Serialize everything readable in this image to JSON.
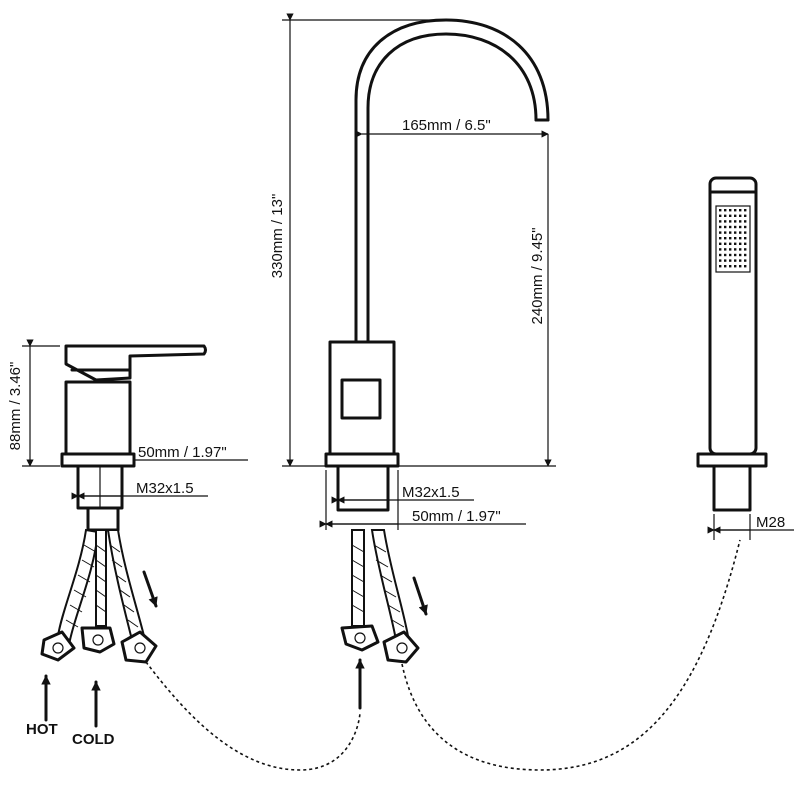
{
  "diagram": {
    "dimensions": {
      "mixer_height": "88mm / 3.46\"",
      "mixer_base": "50mm / 1.97\"",
      "mixer_thread": "M32x1.5",
      "spout_height": "330mm / 13\"",
      "spout_reach": "165mm / 6.5\"",
      "spout_inner_height": "240mm / 9.45\"",
      "spout_thread": "M32x1.5",
      "spout_base": "50mm / 1.97\"",
      "shower_thread": "M28"
    },
    "labels": {
      "hot": "HOT",
      "cold": "COLD"
    }
  }
}
